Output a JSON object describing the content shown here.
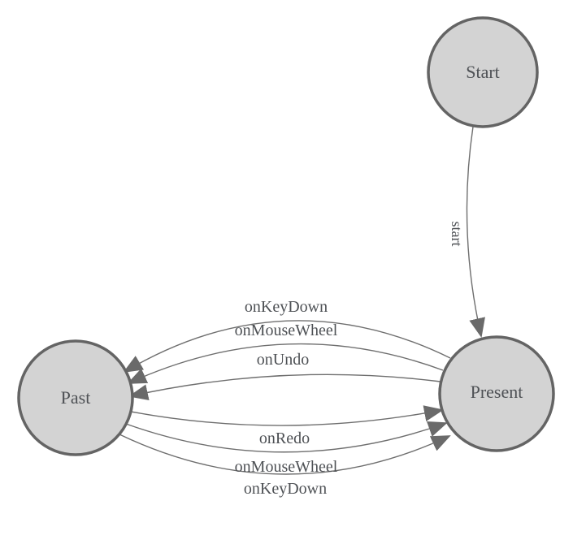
{
  "diagram_type": "state-machine",
  "colors": {
    "background": "#ffffff",
    "node_fill": "#d3d3d3",
    "node_border": "#646464",
    "edge": "#6e6e6e",
    "arrow": "#6a6a6a",
    "label": "#4e5155"
  },
  "nodes": [
    {
      "id": "start",
      "label": "Start"
    },
    {
      "id": "present",
      "label": "Present"
    },
    {
      "id": "past",
      "label": "Past"
    }
  ],
  "edges": [
    {
      "id": "start-transition",
      "label": "start",
      "from": "Start",
      "to": "Present"
    },
    {
      "id": "onkeydown-to-past",
      "label": "onKeyDown",
      "from": "Present",
      "to": "Past"
    },
    {
      "id": "onmousewheel-to-past",
      "label": "onMouseWheel",
      "from": "Present",
      "to": "Past"
    },
    {
      "id": "onundo-to-past",
      "label": "onUndo",
      "from": "Present",
      "to": "Past"
    },
    {
      "id": "onredo-to-present",
      "label": "onRedo",
      "from": "Past",
      "to": "Present"
    },
    {
      "id": "onmousewheel-to-present",
      "label": "onMouseWheel",
      "from": "Past",
      "to": "Present"
    },
    {
      "id": "onkeydown-to-present",
      "label": "onKeyDown",
      "from": "Past",
      "to": "Present"
    }
  ]
}
